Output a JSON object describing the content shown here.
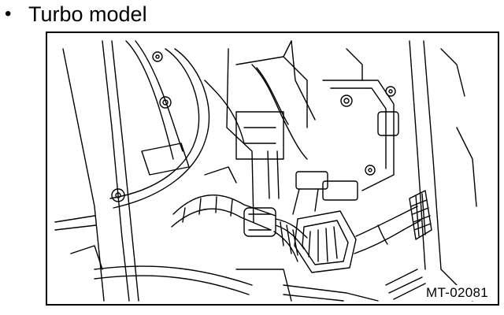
{
  "heading": {
    "bullet": "•",
    "text": "Turbo model"
  },
  "figure": {
    "code": "MT-02081",
    "icon": "engine-harness-connector-illustration"
  }
}
